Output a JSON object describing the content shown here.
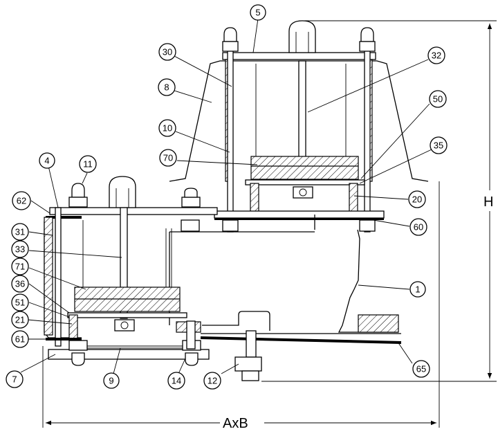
{
  "dimensions": {
    "height_label": "H",
    "width_label": "AxB"
  },
  "callouts": [
    "5",
    "30",
    "32",
    "8",
    "50",
    "10",
    "35",
    "70",
    "20",
    "60",
    "1",
    "4",
    "11",
    "62",
    "31",
    "33",
    "71",
    "36",
    "51",
    "21",
    "61",
    "7",
    "9",
    "14",
    "12",
    "65"
  ]
}
